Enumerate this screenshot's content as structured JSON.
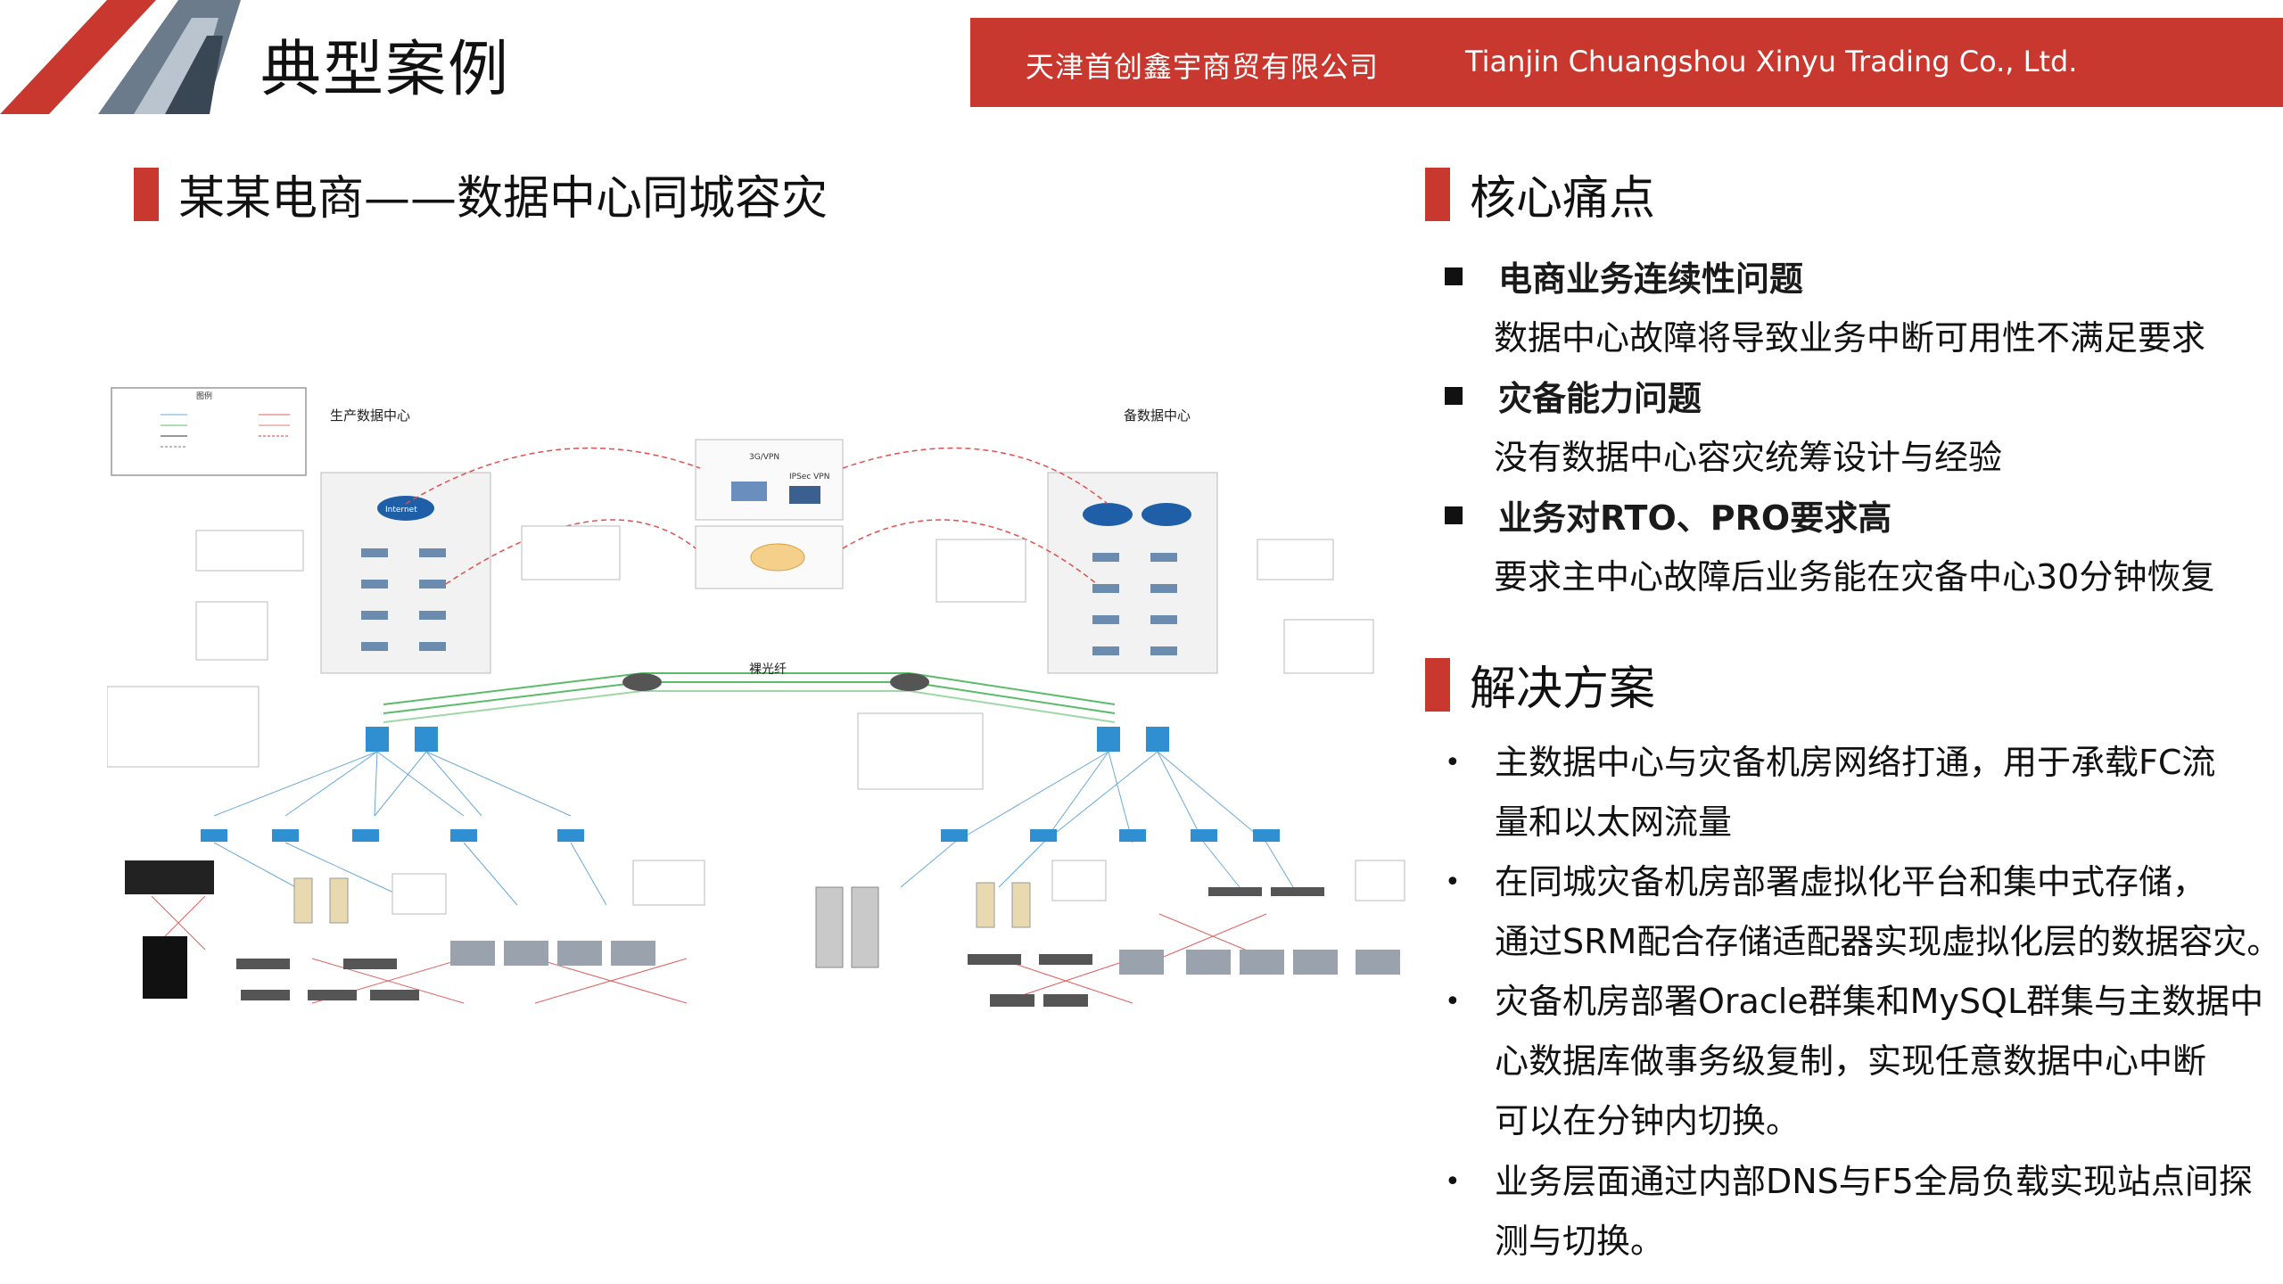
{
  "header": {
    "title": "典型案例",
    "company_cn": "天津首创鑫宇商贸有限公司",
    "company_en": "Tianjin Chuangshou Xinyu Trading Co., Ltd."
  },
  "case": {
    "heading": "某某电商——数据中心同城容灾"
  },
  "diagram": {
    "legend_title": "图例",
    "main_dc": "生产数据中心",
    "backup_dc": "备数据中心",
    "bare_fiber": "裸光纤",
    "internet": "Internet",
    "vpn": "3G/VPN",
    "ipsec_vpn": "IPSec VPN"
  },
  "pain_points": {
    "heading": "核心痛点",
    "items": [
      {
        "title": "电商业务连续性问题",
        "desc": "数据中心故障将导致业务中断可用性不满足要求"
      },
      {
        "title": "灾备能力问题",
        "desc": "没有数据中心容灾统筹设计与经验"
      },
      {
        "title": "业务对RTO、PRO要求高",
        "desc": "要求主中心故障后业务能在灾备中心30分钟恢复"
      }
    ]
  },
  "solutions": {
    "heading": "解决方案",
    "items": [
      {
        "line1": "主数据中心与灾备机房网络打通，用于承载FC流",
        "line2": "量和以太网流量"
      },
      {
        "line1": "在同城灾备机房部署虚拟化平台和集中式存储，",
        "line2": "通过SRM配合存储适配器实现虚拟化层的数据容灾。"
      },
      {
        "line1": "灾备机房部署Oracle群集和MySQL群集与主数据中",
        "line2": "心数据库做事务级复制，实现任意数据中心中断",
        "line3": "可以在分钟内切换。"
      },
      {
        "line1": "业务层面通过内部DNS与F5全局负载实现站点间探",
        "line2": "测与切换。"
      }
    ]
  },
  "colors": {
    "accent": "#c9382e"
  }
}
